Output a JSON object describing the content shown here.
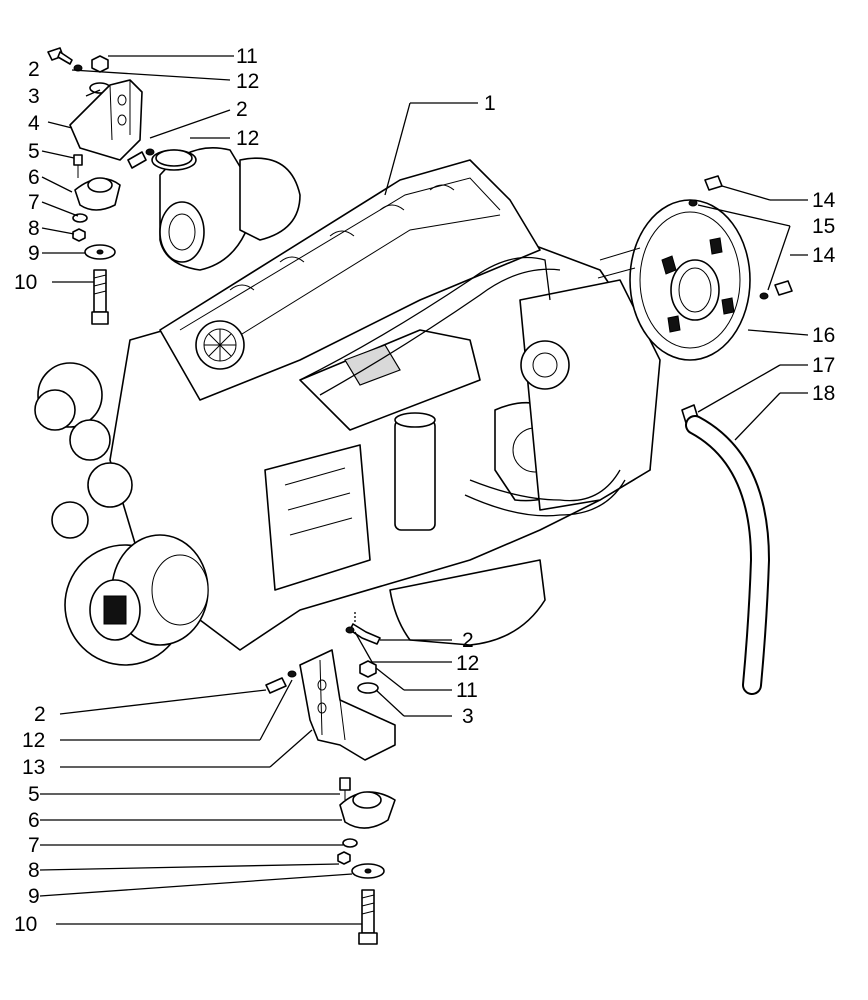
{
  "diagram": {
    "type": "exploded-parts-view",
    "callouts": {
      "c1": "1",
      "c2_top_a": "2",
      "c2_top_b": "2",
      "c2_mid": "2",
      "c2_bottom": "2",
      "c3_top": "3",
      "c3_bottom": "3",
      "c4": "4",
      "c5_top": "5",
      "c5_bottom": "5",
      "c6_top": "6",
      "c6_bottom": "6",
      "c7_top": "7",
      "c7_bottom": "7",
      "c8_top": "8",
      "c8_bottom": "8",
      "c9_top": "9",
      "c9_bottom": "9",
      "c10_top": "10",
      "c10_bottom": "10",
      "c11_top": "11",
      "c11_bottom": "11",
      "c12_top_a": "12",
      "c12_top_b": "12",
      "c12_mid": "12",
      "c12_bottom": "12",
      "c13": "13",
      "c14_a": "14",
      "c14_b": "14",
      "c15": "15",
      "c16": "16",
      "c17": "17",
      "c18": "18"
    }
  }
}
